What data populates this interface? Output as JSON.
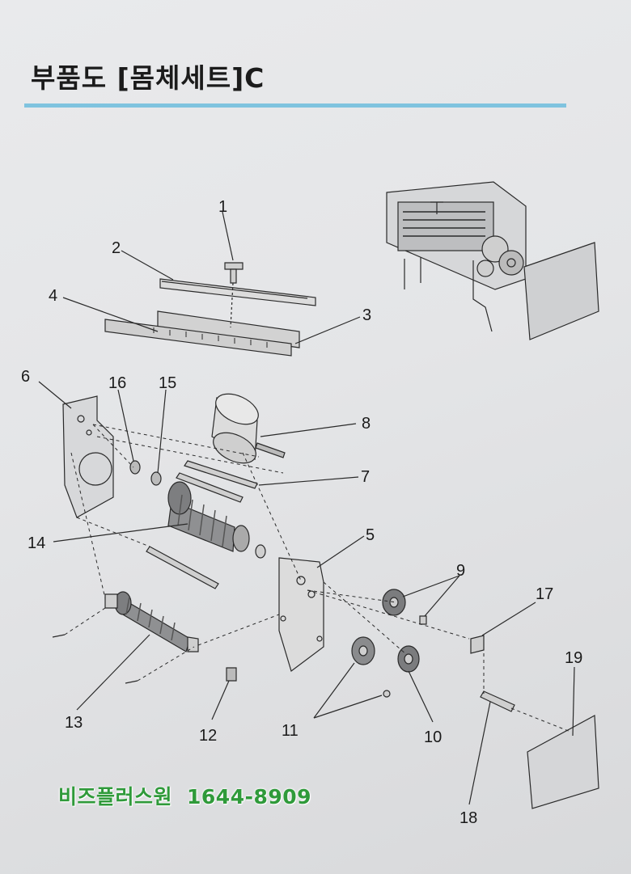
{
  "page": {
    "title": "부품도 [몸체세트]C"
  },
  "callouts": [
    "1",
    "2",
    "3",
    "4",
    "5",
    "6",
    "7",
    "8",
    "9",
    "10",
    "11",
    "12",
    "13",
    "14",
    "15",
    "16",
    "17",
    "18",
    "19"
  ],
  "watermark": {
    "brand": "비즈플러스원",
    "phone": "1644-8909"
  },
  "colors": {
    "accent_rule": "#7fc3df",
    "watermark_green": "#2f9a3a"
  }
}
